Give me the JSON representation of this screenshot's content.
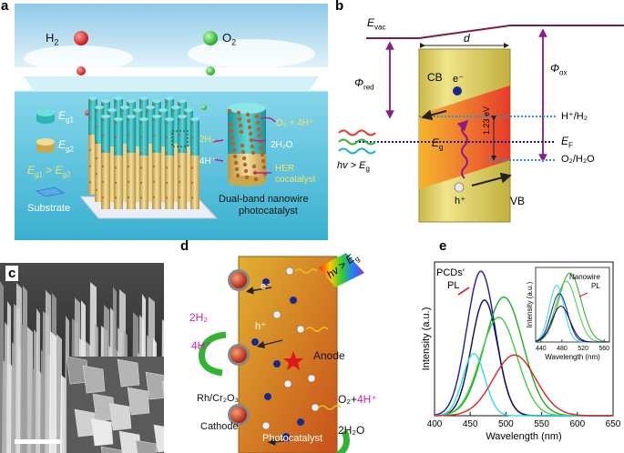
{
  "panels": {
    "a": {
      "letter": "a",
      "h2": "H",
      "h2_sub": "2",
      "o2": "O",
      "o2_sub": "2",
      "eg1": "E",
      "eg1_sub": "g1",
      "eg2": "E",
      "eg2_sub": "g2",
      "eg_compare_a": "E",
      "eg_compare_a_sub": "g1",
      "eg_compare_op": ">",
      "eg_compare_b": "E",
      "eg_compare_b_sub": "g2",
      "substrate": "Substrate",
      "reaction_o2": "O₂ + 4H⁺",
      "reaction_2h2": "2H₂",
      "reaction_2h2o": "2H₂O",
      "reaction_4h": "4H⁺",
      "her": "HER",
      "cocatalyst": "cocatalyst",
      "caption_1": "Dual-band nanowire",
      "caption_2": "photocatalyst",
      "colors": {
        "sky": "#a9d9ef",
        "water": "#63c6e0",
        "h2_sphere": "#e02020",
        "o2_sphere": "#22bb33",
        "wire_top": "#2bb5b5",
        "wire_bottom": "#e8c87a"
      }
    },
    "b": {
      "letter": "b",
      "evac": "E",
      "evac_sub": "vac",
      "d": "d",
      "phi_ox": "Φ",
      "phi_ox_sub": "ox",
      "phi_red": "Φ",
      "phi_red_sub": "red",
      "cb": "CB",
      "electron": "e⁻",
      "h_h2": "H⁺/H₂",
      "ef": "E",
      "ef_sub": "F",
      "eg": "E",
      "eg_sub": "g",
      "energy": "1.23 eV",
      "o2_h2o": "O₂/H₂O",
      "hv": "hv > E",
      "hv_sub": "g",
      "hole": "h⁺",
      "vb": "VB",
      "colors": {
        "vacuum_line": "#7b1c4a",
        "arrow": "#8b1c8b",
        "dotted": "#1a9bd6",
        "ef_dotted": "#1a1a8c",
        "cb_band": "#f39a1e",
        "vb_band": "#e83a2a",
        "crystal": "#e6d86a"
      }
    },
    "c": {
      "letter": "c"
    },
    "d": {
      "letter": "d",
      "hv": "hv > E",
      "hv_sub": "g",
      "electron": "e⁻",
      "hole": "h⁺",
      "anode": "Anode",
      "cathode": "Cathode",
      "rh_cr": "Rh/Cr₂O₃",
      "reaction_2h2": "2H₂",
      "reaction_4h": "4H⁺",
      "reaction_o2": "O₂+4H⁺",
      "reaction_o2_pre": "O₂+",
      "reaction_o2_post": "4H⁺",
      "reaction_2h2o": "2H₂O",
      "photocatalyst": "Photocatalyst",
      "colors": {
        "slab_top": "#d9a02a",
        "slab_bottom": "#c85a1a",
        "green_arrow": "#33b233",
        "magenta": "#d020b0"
      }
    },
    "e": {
      "letter": "e",
      "pcds_pl_1": "PCDs'",
      "pcds_pl_2": "PL",
      "nanowire_pl_1": "Nanowire",
      "nanowire_pl_2": "PL"
    }
  },
  "chart_data": {
    "type": "line",
    "title": "",
    "xlabel": "Wavelength (nm)",
    "ylabel": "Intensity (a.u.)",
    "xlim": [
      400,
      650
    ],
    "xticks": [
      400,
      450,
      500,
      550,
      600,
      650
    ],
    "grid": false,
    "series": [
      {
        "color": "#1a1ab0",
        "peak_x": 465,
        "peak_y": 1.0,
        "width": 28
      },
      {
        "color": "#0a0a60",
        "peak_x": 470,
        "peak_y": 0.8,
        "width": 26
      },
      {
        "color": "#22aa22",
        "peak_x": 497,
        "peak_y": 0.82,
        "width": 38
      },
      {
        "color": "#44cc44",
        "peak_x": 490,
        "peak_y": 0.68,
        "width": 36
      },
      {
        "color": "#33dddd",
        "peak_x": 455,
        "peak_y": 0.43,
        "width": 22
      },
      {
        "color": "#dd2222",
        "peak_x": 512,
        "peak_y": 0.42,
        "width": 42
      }
    ],
    "inset": {
      "xlabel": "Wavelength (nm)",
      "ylabel": "Intensity (a.u.)",
      "xlim": [
        430,
        570
      ],
      "xticks": [
        440,
        480,
        520,
        560
      ],
      "series": [
        {
          "color": "#22aa22",
          "peak_x": 495,
          "peak_y": 1.0,
          "width": 30
        },
        {
          "color": "#44cc44",
          "peak_x": 488,
          "peak_y": 0.88,
          "width": 28
        },
        {
          "color": "#33dddd",
          "peak_x": 470,
          "peak_y": 0.82,
          "width": 20
        },
        {
          "color": "#1a1ab0",
          "peak_x": 475,
          "peak_y": 0.7,
          "width": 22
        },
        {
          "color": "#0a0a60",
          "peak_x": 478,
          "peak_y": 0.52,
          "width": 24
        }
      ]
    }
  }
}
